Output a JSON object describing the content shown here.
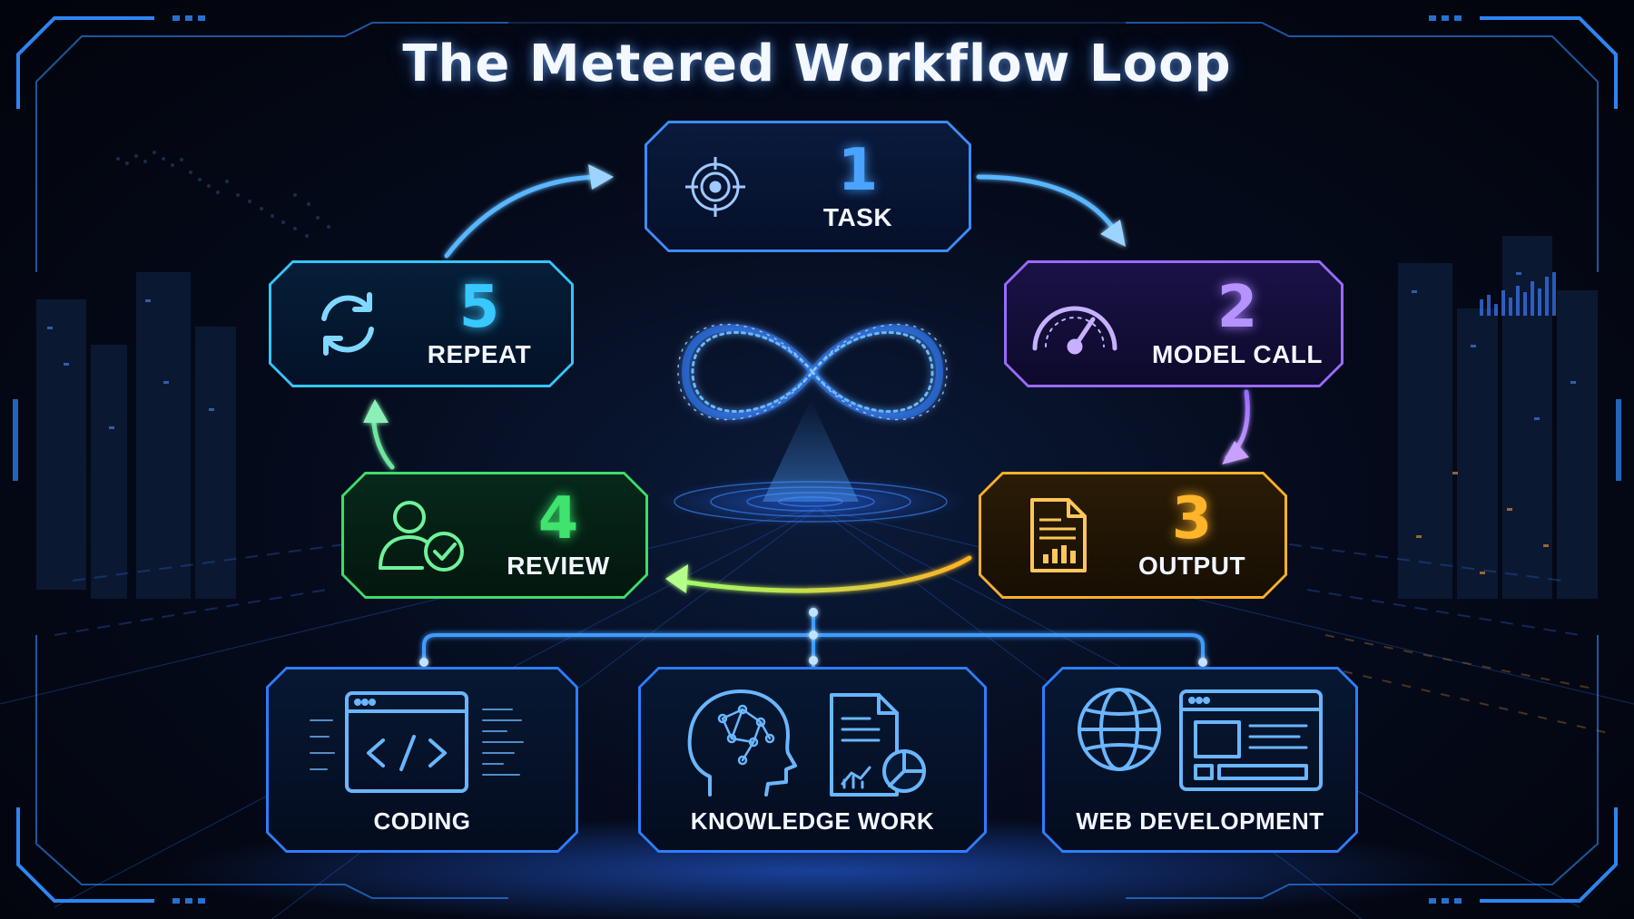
{
  "title": "The Metered Workflow Loop",
  "colors": {
    "task": "#3e8cff",
    "model_call": "#9a6bff",
    "output": "#ffb126",
    "review": "#3ddc6a",
    "repeat": "#35c6ff",
    "categories": "#2f7dff"
  },
  "steps": [
    {
      "number": "1",
      "label": "TASK",
      "icon": "target-icon"
    },
    {
      "number": "2",
      "label": "MODEL CALL",
      "icon": "speedometer-icon"
    },
    {
      "number": "3",
      "label": "OUTPUT",
      "icon": "report-document-icon"
    },
    {
      "number": "4",
      "label": "REVIEW",
      "icon": "user-check-icon"
    },
    {
      "number": "5",
      "label": "REPEAT",
      "icon": "refresh-icon"
    }
  ],
  "center": {
    "icon": "infinity-icon"
  },
  "categories": [
    {
      "label": "CODING",
      "icon": "code-window-icon"
    },
    {
      "label": "KNOWLEDGE WORK",
      "icon": "brain-document-icon"
    },
    {
      "label": "WEB DEVELOPMENT",
      "icon": "globe-webpage-icon"
    }
  ]
}
